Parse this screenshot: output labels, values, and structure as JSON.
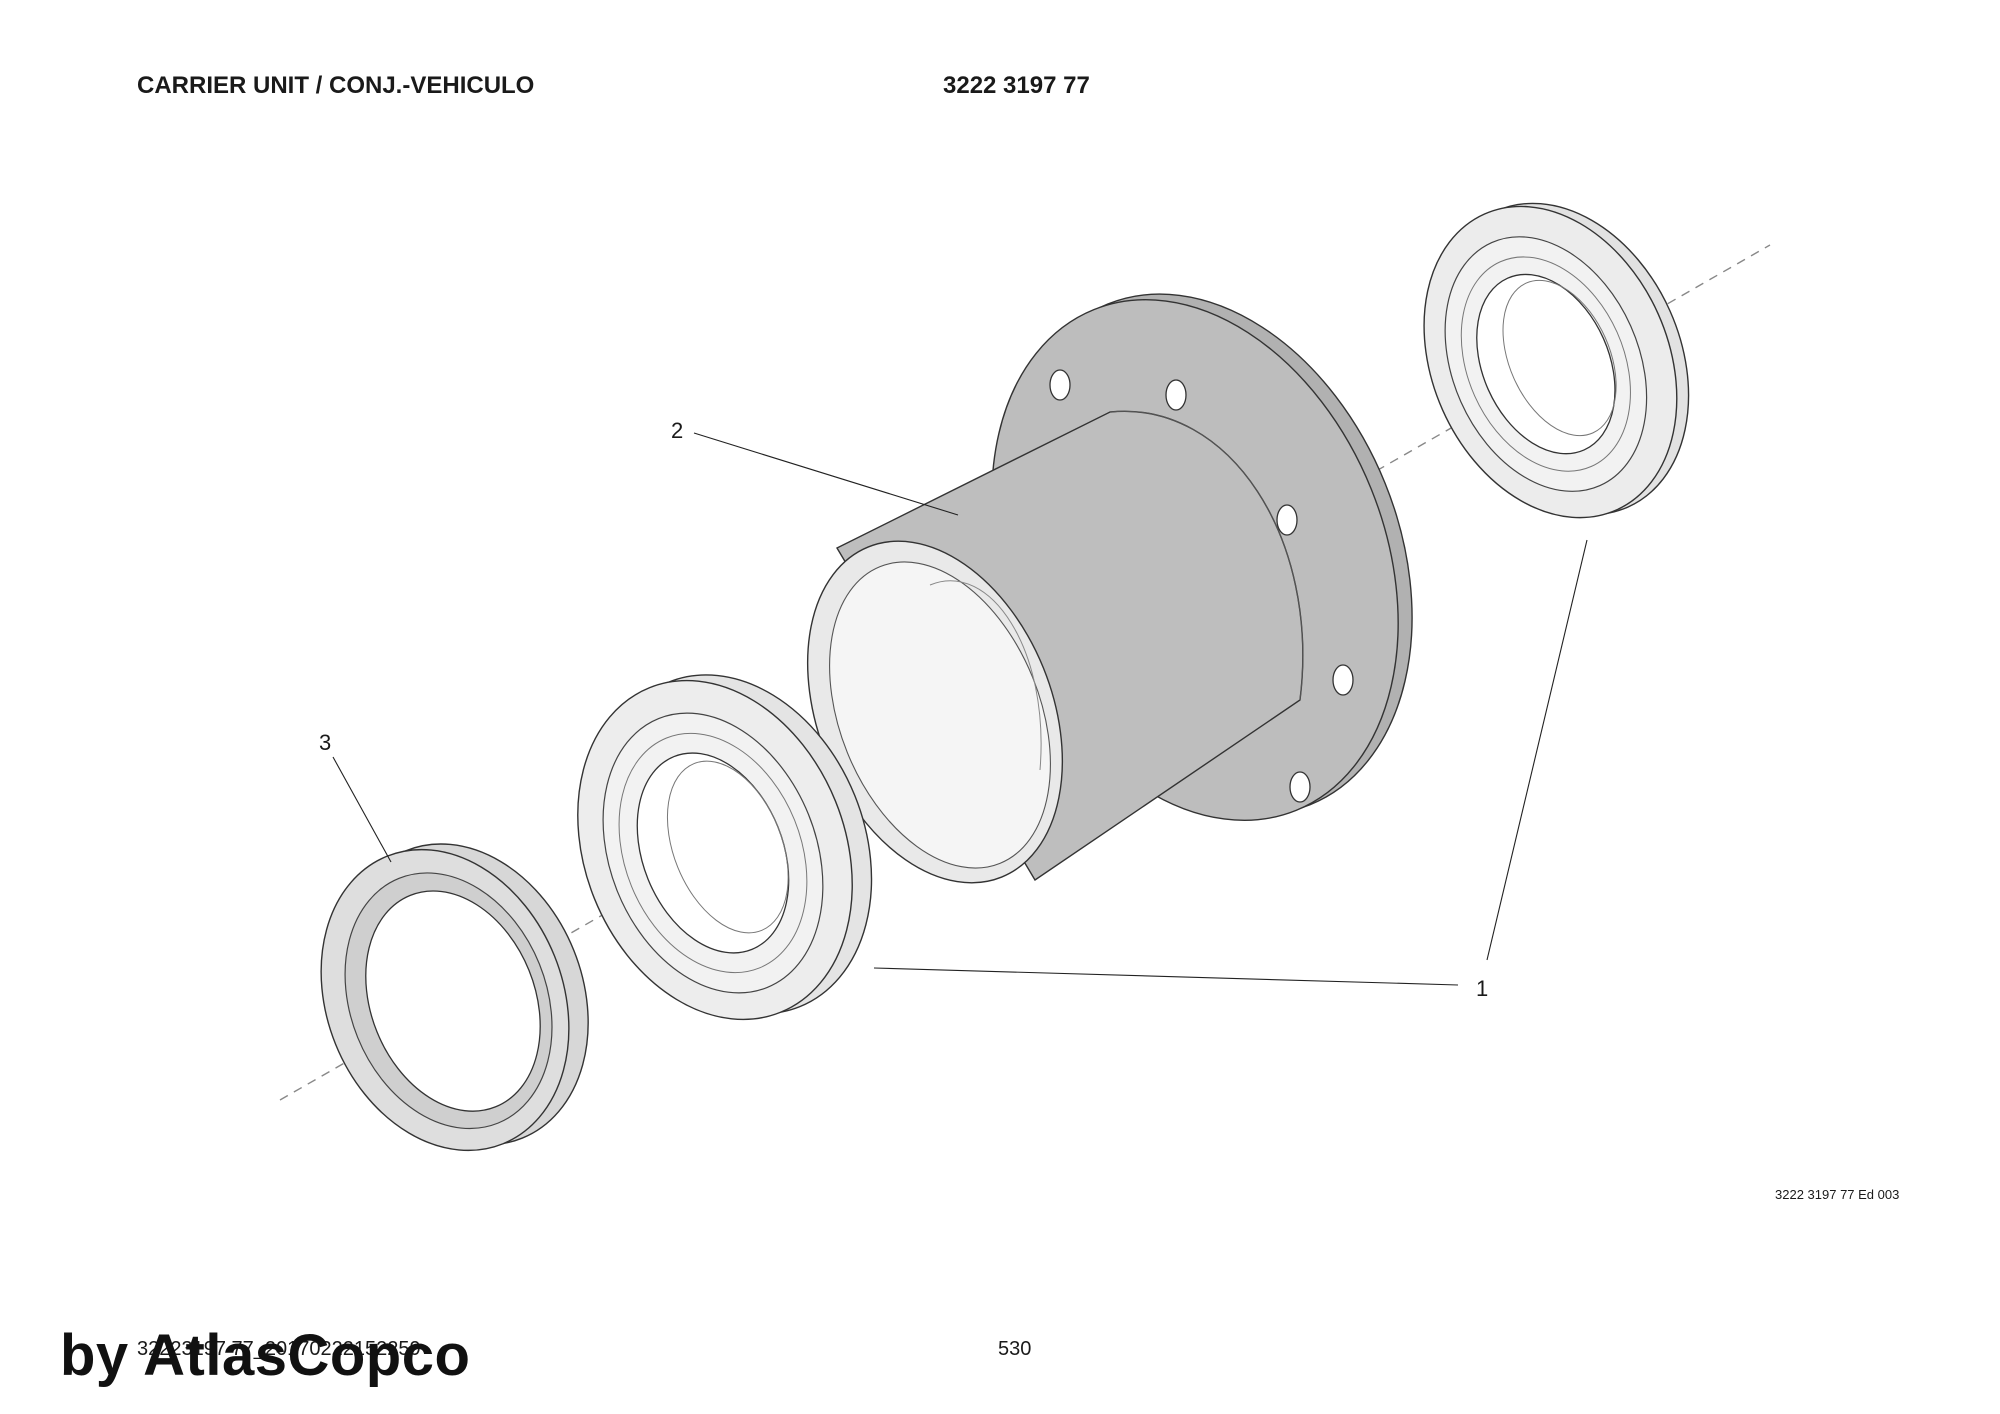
{
  "header": {
    "title": "CARRIER UNIT / CONJ.-VEHICULO",
    "part_number": "3222 3197 77"
  },
  "drawing": {
    "edition": "3222 3197 77 Ed 003",
    "callouts": [
      "1",
      "2",
      "3"
    ]
  },
  "footer": {
    "doc_id": "32223197 77_20170222152259",
    "page_number": "530",
    "watermark": "by AtlasCopco"
  },
  "colors": {
    "housing": "#bdbdbd",
    "housing_dark": "#a9a9a9",
    "ring": "#ececec",
    "ring_inner": "#f4f4f4",
    "line": "#333333"
  }
}
